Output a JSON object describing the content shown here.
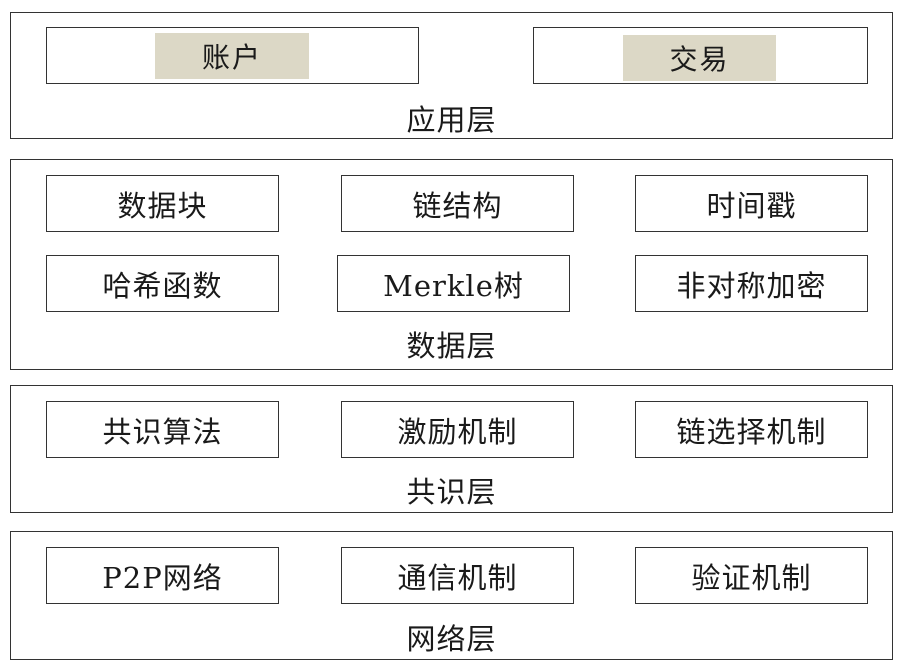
{
  "application_layer": {
    "title": "应用层",
    "items": [
      "账户",
      "交易"
    ]
  },
  "data_layer": {
    "title": "数据层",
    "items": [
      "数据块",
      "链结构",
      "时间戳",
      "哈希函数",
      "Merkle树",
      "非对称加密"
    ]
  },
  "consensus_layer": {
    "title": "共识层",
    "items": [
      "共识算法",
      "激励机制",
      "链选择机制"
    ]
  },
  "network_layer": {
    "title": "网络层",
    "items": [
      "P2P网络",
      "通信机制",
      "验证机制"
    ]
  }
}
